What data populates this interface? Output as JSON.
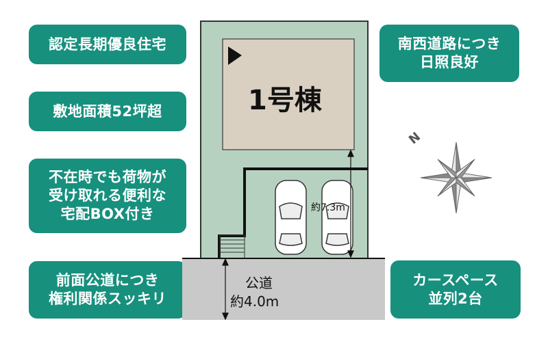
{
  "badges": {
    "certified": [
      "認定長期優良住宅"
    ],
    "site_area": [
      "敷地面積52坪超"
    ],
    "delivery_box": [
      "不在時でも荷物が",
      "受け取れる便利な",
      "宅配BOX付き"
    ],
    "road": [
      "前面公道につき",
      "権利関係スッキリ"
    ],
    "sunlight": [
      "南西道路につき",
      "日照良好"
    ],
    "parking": [
      "カースペース",
      "並列2台"
    ]
  },
  "plan": {
    "building_label": "1号棟",
    "depth_label": "約7.3m",
    "road_label": "公道",
    "road_width_label": "約4.0m",
    "compass_label": "N"
  },
  "colors": {
    "badge": "#17907e",
    "lot": "#b7d1c0",
    "building": "#d9d0c1",
    "road": "#c9c9c9"
  }
}
